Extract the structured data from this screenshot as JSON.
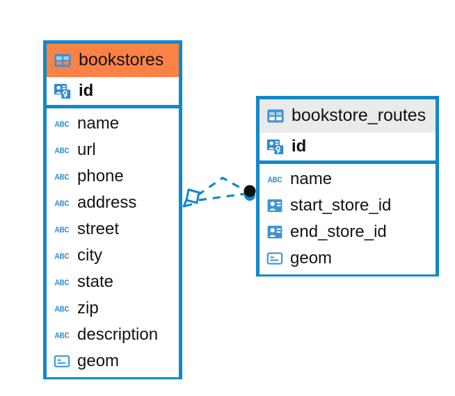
{
  "diagram": {
    "type": "entity-relationship-diagram",
    "background": "#ffffff",
    "colors": {
      "border_blue": "#1089CA",
      "header_orange": "#FB8246",
      "header_gray": "#EAEAEA",
      "icon_blue": "#3E93D0",
      "text_dark": "#141414",
      "endpoint_dot": "#111111"
    }
  },
  "tables": [
    {
      "id": "bookstores",
      "name": "bookstores",
      "header_style": "orange",
      "header_icon": "table-icon",
      "primary_key": {
        "name": "id",
        "icon": "primary-key-icon",
        "bold": true
      },
      "fields": [
        {
          "name": "name",
          "icon": "abc-icon",
          "type": "text"
        },
        {
          "name": "url",
          "icon": "abc-icon",
          "type": "text"
        },
        {
          "name": "phone",
          "icon": "abc-icon",
          "type": "text"
        },
        {
          "name": "address",
          "icon": "abc-icon",
          "type": "text"
        },
        {
          "name": "street",
          "icon": "abc-icon",
          "type": "text"
        },
        {
          "name": "city",
          "icon": "abc-icon",
          "type": "text"
        },
        {
          "name": "state",
          "icon": "abc-icon",
          "type": "text"
        },
        {
          "name": "zip",
          "icon": "abc-icon",
          "type": "text"
        },
        {
          "name": "description",
          "icon": "abc-icon",
          "type": "text"
        },
        {
          "name": "geom",
          "icon": "geometry-icon",
          "type": "geometry"
        }
      ]
    },
    {
      "id": "bookstore_routes",
      "name": "bookstore_routes",
      "header_style": "gray",
      "header_icon": "table-icon",
      "primary_key": {
        "name": "id",
        "icon": "primary-key-icon",
        "bold": true
      },
      "fields": [
        {
          "name": "name",
          "icon": "abc-icon",
          "type": "text"
        },
        {
          "name": "start_store_id",
          "icon": "foreign-key-icon",
          "type": "foreign-key"
        },
        {
          "name": "end_store_id",
          "icon": "foreign-key-icon",
          "type": "foreign-key"
        },
        {
          "name": "geom",
          "icon": "geometry-icon",
          "type": "geometry"
        }
      ]
    }
  ],
  "relationship": {
    "style": "dashed",
    "color": "#1089CA",
    "left_endpoint": "crows-foot-diamond",
    "right_endpoint": "filled-dot",
    "branches": 2
  }
}
